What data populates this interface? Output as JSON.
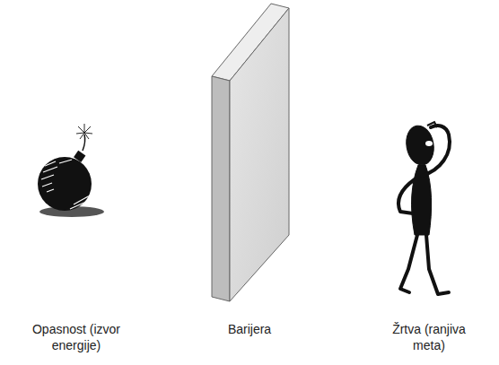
{
  "diagram": {
    "labels": [
      "Opasnost (izvor energije)",
      "Barijera",
      "Žrtva (ranjiva meta)"
    ]
  }
}
